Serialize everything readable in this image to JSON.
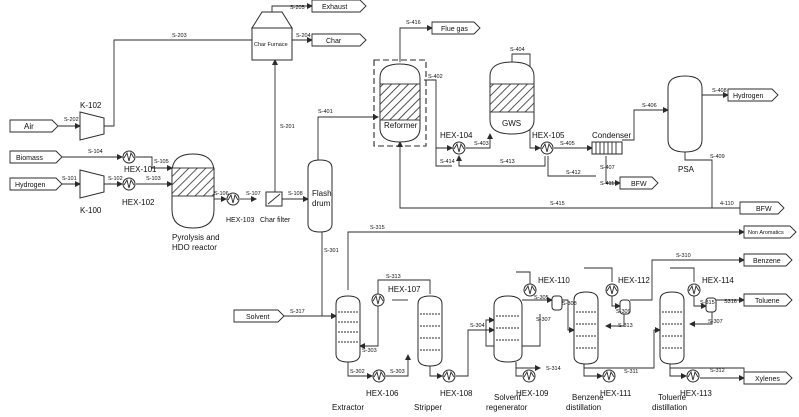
{
  "units": {
    "k102": "K-102",
    "k100": "K-100",
    "hex101": "HEX-101",
    "hex102": "HEX-102",
    "hex103": "HEX-103",
    "hex104": "HEX-104",
    "hex105": "HEX-105",
    "hex106": "HEX-106",
    "hex107": "HEX-107",
    "hex108": "HEX-108",
    "hex109": "HEX-109",
    "hex110": "HEX-110",
    "hex111": "HEX-111",
    "hex112": "HEX-112",
    "hex113": "HEX-113",
    "hex114": "HEX-114",
    "reactor_l1": "Pyrolysis and",
    "reactor_l2": "HDO reactor",
    "char_filter": "Char filter",
    "flash_l1": "Flash",
    "flash_l2": "drum",
    "char_furnace": "Char Furnace",
    "reformer": "Reformer",
    "gws": "GWS",
    "condenser": "Condenser",
    "psa": "PSA",
    "extractor": "Extractor",
    "stripper": "Stripper",
    "solvent_regen_l1": "Solvent",
    "solvent_regen_l2": "regenerator",
    "benzene_dist_l1": "Benzene",
    "benzene_dist_l2": "distillation",
    "toluene_dist_l1": "Toluene",
    "toluene_dist_l2": "distillation"
  },
  "terminals": {
    "air": "Air",
    "biomass": "Biomass",
    "hydrogen_in": "Hydrogen",
    "solvent": "Solvent",
    "exhaust": "Exhaust",
    "char": "Char",
    "flue_gas": "Flue gas",
    "hydrogen_out": "Hydrogen",
    "bfw_top": "BFW",
    "bfw_right": "BFW",
    "non_aromatics": "Non Aromatics",
    "benzene": "Benzene",
    "toluene": "Toluene",
    "xylenes": "Xylenes"
  },
  "streams": {
    "s101": "S-101",
    "s102": "S-102",
    "s103": "S-103",
    "s104": "S-104",
    "s105": "S-105",
    "s106": "S-106",
    "s107": "S-107",
    "s108": "S-108",
    "s201": "S-201",
    "s202": "S-202",
    "s203": "S-203",
    "s204": "S-204",
    "s205": "S-205",
    "s301": "S-301",
    "s302": "S-302",
    "s303a": "S-303",
    "s303b": "S-303",
    "s304": "S-304",
    "s305": "S-305",
    "s307a": "S-307",
    "s307b": "S-307",
    "s308": "S-308",
    "s309": "S-309",
    "s310": "S-310",
    "s311": "S-311",
    "s312": "S-312",
    "s313a": "S-313",
    "s313b": "S-313",
    "s314": "S-314",
    "s315a": "S-315",
    "s315b": "S-315",
    "s316": "S316",
    "s317": "S-317",
    "s401": "S-401",
    "s402": "S-402",
    "s403": "S-403",
    "s404": "S-404",
    "s405": "S-405",
    "s406": "S-406",
    "s407": "S-407",
    "s408": "S-408",
    "s409": "S-409",
    "s411": "S-411",
    "s412": "S-412",
    "s413": "S-413",
    "s414": "S-414",
    "s415": "S-415",
    "s416": "S-416",
    "s4110": "4-110"
  }
}
